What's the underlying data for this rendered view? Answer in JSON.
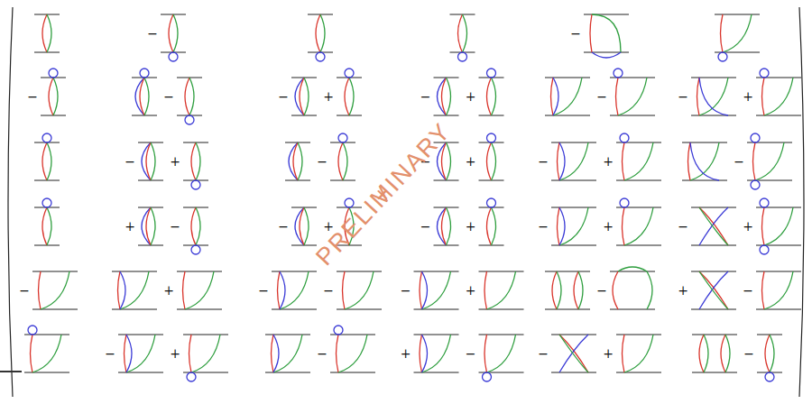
{
  "diagram": {
    "labels": [
      "−",
      "−",
      "−",
      "−",
      "−",
      "+",
      "−",
      "+",
      "−",
      "−",
      "+",
      "−",
      "+",
      "−",
      "−",
      "+",
      "−",
      "+",
      "−",
      "+",
      "−",
      "−",
      "+",
      "−",
      "+",
      "−",
      "+",
      "−",
      "+",
      "−",
      "+",
      "−",
      "−",
      "−",
      "+",
      "−",
      "+",
      "−",
      "−",
      "+",
      "−",
      "+",
      "−",
      "−",
      "+",
      "−",
      "+",
      "−",
      "PRELIMINARY"
    ]
  }
}
